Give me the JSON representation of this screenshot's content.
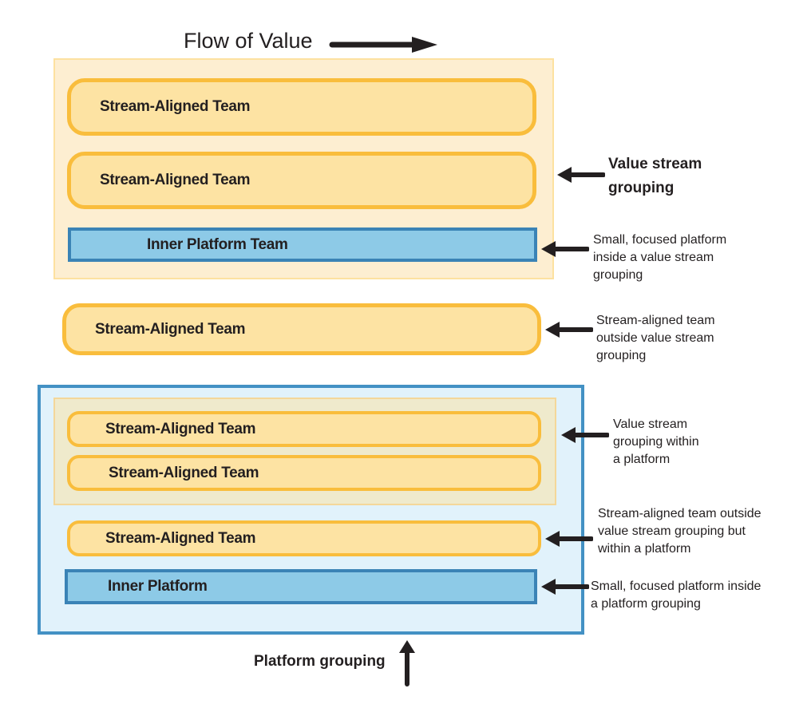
{
  "diagram": {
    "title": "Flow of Value",
    "value_stream_group": {
      "teams": [
        "Stream-Aligned Team",
        "Stream-Aligned Team"
      ],
      "inner_platform": "Inner Platform Team"
    },
    "outside_team": "Stream-Aligned Team",
    "platform_group": {
      "inner_vsg_teams": [
        "Stream-Aligned Team",
        "Stream-Aligned Team"
      ],
      "team": "Stream-Aligned Team",
      "inner_platform": "Inner Platform"
    },
    "annotations": {
      "value_stream_grouping": "Value stream\ngrouping",
      "small_platform_in_vsg": "Small, focused platform\ninside a value stream\ngrouping",
      "sat_outside_vsg": "Stream-aligned team\noutside value stream\ngrouping",
      "vsg_within_platform": "Value stream\ngrouping within\na platform",
      "sat_outside_vsg_within_platform": "Stream-aligned team outside\nvalue stream grouping but\nwithin a platform",
      "small_platform_in_platform": "Small, focused platform inside\na platform grouping",
      "platform_grouping": "Platform grouping"
    },
    "colors": {
      "team_fill": "#fde3a3",
      "team_border": "#f9bd3c",
      "platform_fill": "#8dcae7",
      "platform_border": "#3a83b6",
      "arrow": "#231f20"
    }
  }
}
